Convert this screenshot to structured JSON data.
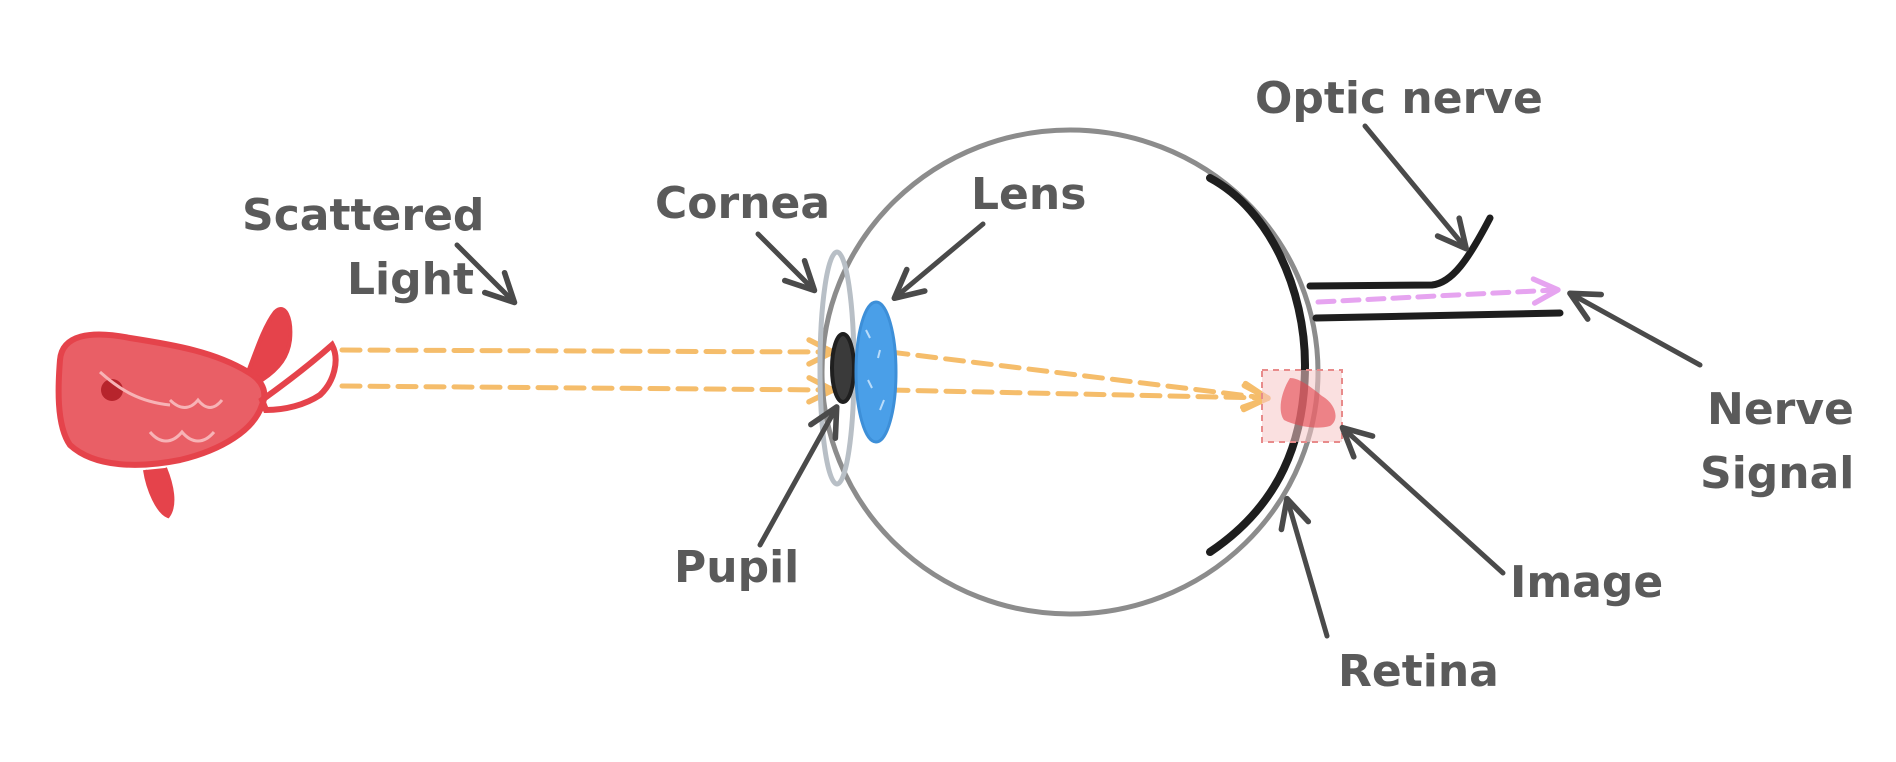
{
  "labels": {
    "scattered_light_line1": "Scattered",
    "scattered_light_line2": "Light",
    "cornea": "Cornea",
    "lens": "Lens",
    "pupil": "Pupil",
    "optic_nerve": "Optic nerve",
    "nerve_signal_line1": "Nerve",
    "nerve_signal_line2": "Signal",
    "image": "Image",
    "retina": "Retina"
  },
  "colors": {
    "label_text": "#5a5a5a",
    "arrow": "#4a4a4a",
    "eyeball": "#8c8c8c",
    "cornea": "#b8bfc6",
    "lens": "#4a9fe8",
    "pupil": "#1f1f1f",
    "retina": "#1e1e1e",
    "light_ray": "#f5bd6b",
    "nerve_signal": "#e6a4f0",
    "fish": "#e5434b",
    "image_box": "#f6c7c7"
  },
  "icons": {
    "object": "fish-icon"
  }
}
